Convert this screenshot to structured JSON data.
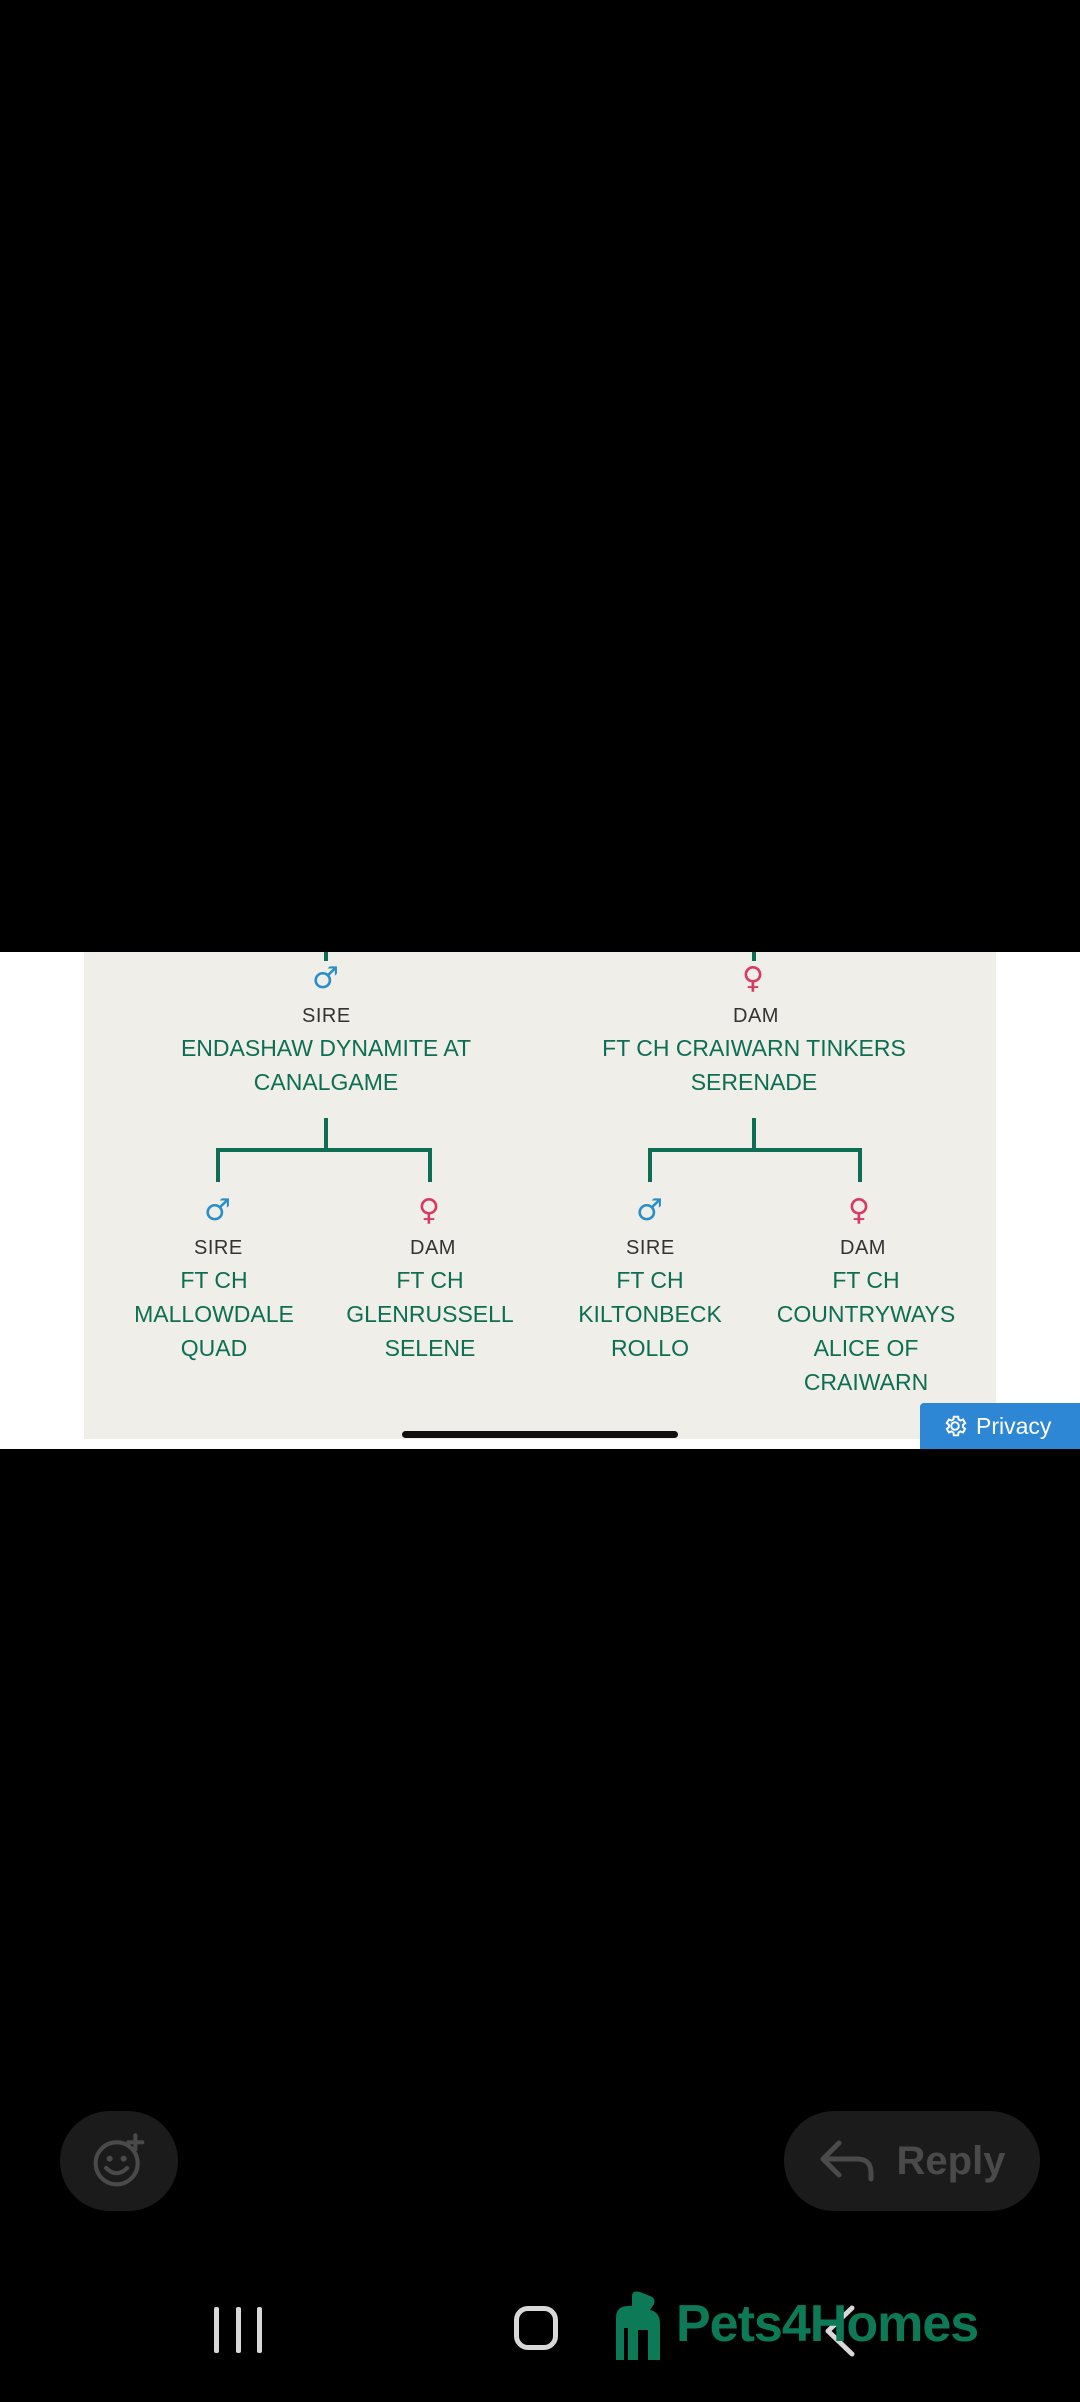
{
  "pedigree": {
    "parents": [
      {
        "symbol": "♂",
        "sex": "male",
        "role": "SIRE",
        "name": "ENDASHAW DYNAMITE AT CANALGAME"
      },
      {
        "symbol": "♀",
        "sex": "female",
        "role": "DAM",
        "name": "FT CH CRAIWARN TINKERS SERENADE"
      }
    ],
    "grandparents": [
      {
        "symbol": "♂",
        "sex": "male",
        "role": "SIRE",
        "name": "FT CH MALLOWDALE QUAD"
      },
      {
        "symbol": "♀",
        "sex": "female",
        "role": "DAM",
        "name": "FT CH GLENRUSSELL SELENE"
      },
      {
        "symbol": "♂",
        "sex": "male",
        "role": "SIRE",
        "name": "FT CH KILTONBECK ROLLO"
      },
      {
        "symbol": "♀",
        "sex": "female",
        "role": "DAM",
        "name": "FT CH COUNTRYWAYS ALICE OF CRAIWARN"
      }
    ]
  },
  "privacy": {
    "label": "Privacy",
    "icon": "gear-icon"
  },
  "actions": {
    "emoji_icon": "emoji-add-icon",
    "reply_label": "Reply",
    "reply_icon": "reply-arrow-icon"
  },
  "watermark": {
    "brand": "Pets4Homes"
  },
  "colors": {
    "card_bg": "#f0eee9",
    "line_green": "#0d6e53",
    "male_blue": "#2a8fc9",
    "female_pink": "#d93a63",
    "privacy_blue": "#2d87d4"
  }
}
